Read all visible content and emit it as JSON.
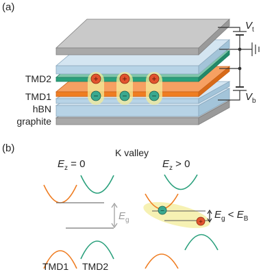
{
  "panel_a": {
    "label": "(a)",
    "layers": [
      "TMD2",
      "TMD1",
      "hBN",
      "graphite"
    ],
    "vt": {
      "main": "V",
      "sub": "t"
    },
    "vb": {
      "main": "V",
      "sub": "b"
    },
    "hole_symbol": "+",
    "electron_symbol": "−"
  },
  "panel_b": {
    "label": "(b)",
    "valley": "K valley",
    "left_field": {
      "E": "E",
      "sub": "z",
      "rest": " = 0"
    },
    "right_field": {
      "E": "E",
      "sub": "z",
      "rest": " > 0"
    },
    "gap_label": {
      "E": "E",
      "sub": "g"
    },
    "inequality": {
      "E1": "E",
      "sub1": "g",
      "op": " < ",
      "E2": "E",
      "sub2": "B"
    },
    "materials": [
      "TMD1",
      "TMD2"
    ]
  },
  "colors": {
    "tmd1": "#ef7d22",
    "tmd2": "#2aa07c",
    "hbn": "#b7d3e6",
    "graphite": "#a9a9a9",
    "hole": "#e2532e",
    "electron": "#3aa98f",
    "exciton_glow": "#f3ec9a"
  }
}
